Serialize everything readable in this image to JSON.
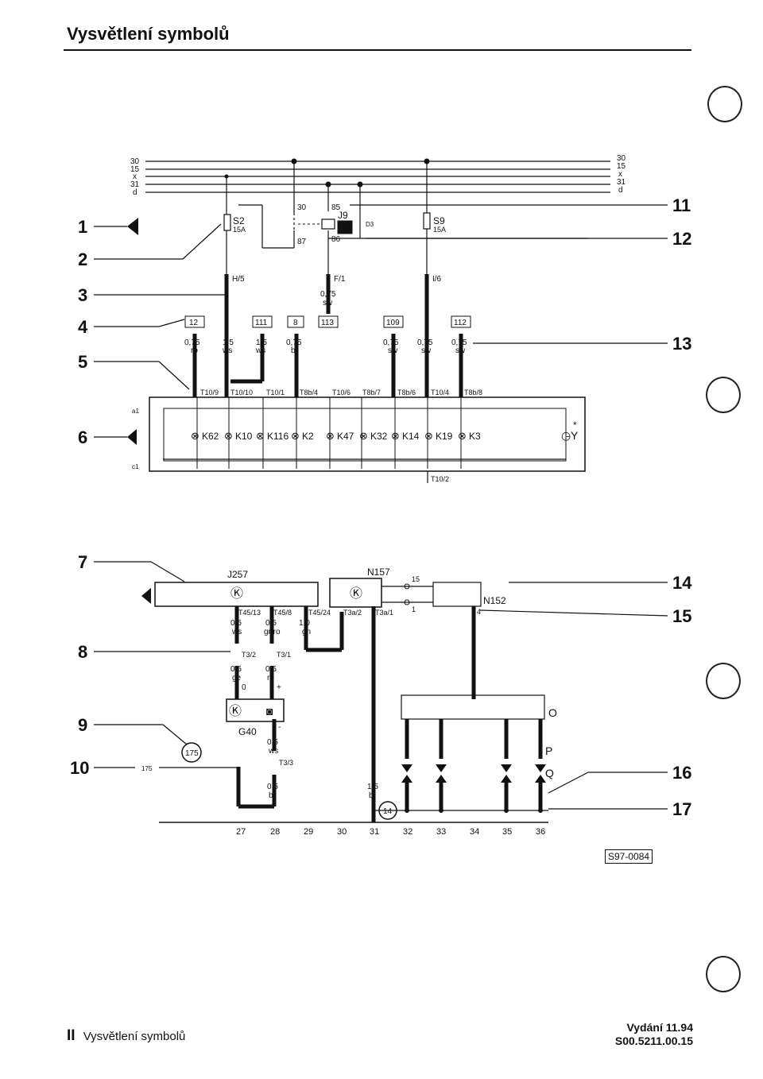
{
  "header": {
    "title": "Vysvětlení symbolů"
  },
  "footer": {
    "section_numeral": "II",
    "section_title": "Vysvětlení symbolů",
    "edition": "Vydání 11.94",
    "doc_code": "S00.5211.00.15"
  },
  "diagram": {
    "reference_code": "S97-0084",
    "bus_labels": [
      "30",
      "15",
      "x",
      "31",
      "d"
    ],
    "callouts": [
      "1",
      "2",
      "3",
      "4",
      "5",
      "6",
      "7",
      "8",
      "9",
      "10",
      "11",
      "12",
      "13",
      "14",
      "15",
      "16",
      "17"
    ],
    "fuses": [
      {
        "name": "S2",
        "rating": "15A"
      },
      {
        "name": "S9",
        "rating": "15A"
      }
    ],
    "relay": {
      "name": "J9",
      "pins": [
        "30",
        "85",
        "87",
        "86"
      ],
      "diode": "D3"
    },
    "connectors_top": [
      "H/5",
      "F/1",
      "I/6"
    ],
    "wire_f1": {
      "size": "0,75",
      "color": "sw"
    },
    "boxed_refs": [
      "12",
      "111",
      "8",
      "113",
      "109",
      "112"
    ],
    "wires_row1": [
      {
        "size": "0,75",
        "color": "ro"
      },
      {
        "size": "1,5",
        "color": "ws"
      },
      {
        "size": "1,5",
        "color": "ws"
      },
      {
        "size": "0,75",
        "color": "bl"
      },
      {
        "size": "0,75",
        "color": "sw"
      },
      {
        "size": "0,75",
        "color": "sw"
      },
      {
        "size": "0,75",
        "color": "sw"
      }
    ],
    "connectors_row": [
      "T10/9",
      "T10/10",
      "T10/1",
      "T8b/4",
      "T10/6",
      "T8b/7",
      "T8b/6",
      "T10/4",
      "T8b/8"
    ],
    "panel_lamps": [
      "K62",
      "K10",
      "K116",
      "K2",
      "K47",
      "K32",
      "K14",
      "K19",
      "K3"
    ],
    "panel_side": [
      "a1",
      "c1"
    ],
    "panel_extra": {
      "symbol": "Y",
      "mark": "*"
    },
    "connector_t10_2": "T10/2",
    "components": {
      "j257": "J257",
      "n157": "N157",
      "n152": "N152",
      "g40": "G40"
    },
    "pins_n": [
      "15",
      "1",
      "4"
    ],
    "connectors_bottom": [
      "T45/13",
      "T45/8",
      "T45/24",
      "T3a/2",
      "T3a/1",
      "T3/2",
      "T3/1",
      "T3/3"
    ],
    "wires_bottom": [
      {
        "size": "0,5",
        "color": "ws"
      },
      {
        "size": "0,5",
        "color": "gr/ro"
      },
      {
        "size": "1,0",
        "color": "gn"
      },
      {
        "size": "0,5",
        "color": "ge"
      },
      {
        "size": "0,5",
        "color": "ro"
      },
      {
        "size": "0,5",
        "color": "ws"
      },
      {
        "size": "0,5",
        "color": "br"
      },
      {
        "size": "1,5",
        "color": "br"
      }
    ],
    "polarity": [
      "0",
      "+",
      "-"
    ],
    "ground_refs": [
      "175",
      "14"
    ],
    "ground_ref_text": "175",
    "letters": [
      "O",
      "P",
      "Q"
    ],
    "current_track_numbers": [
      "27",
      "28",
      "29",
      "30",
      "31",
      "32",
      "33",
      "34",
      "35",
      "36"
    ]
  }
}
